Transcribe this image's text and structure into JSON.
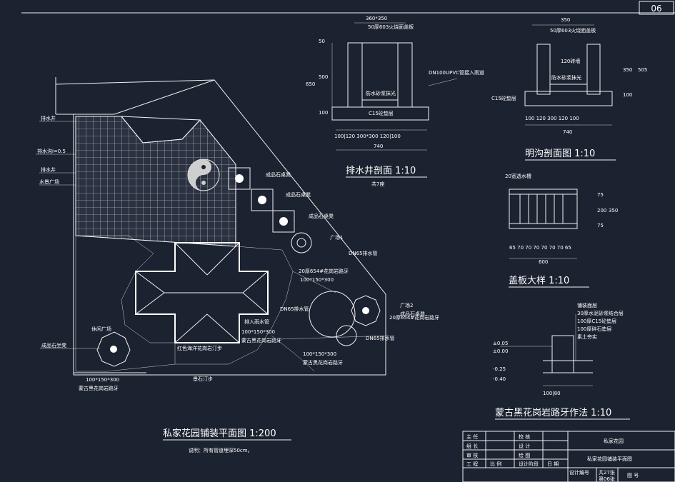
{
  "sheet": {
    "number": "06"
  },
  "plan": {
    "title": "私家花园铺装平面图  1:200",
    "note": "说明：所有管道埋深50cm。",
    "labels": [
      "排水井",
      "排水沟i=0.5",
      "排水井",
      "水景广场",
      "成品石桌凳",
      "广场1",
      "DN65排水管",
      "20厚654#花岗岩路牙",
      "100*150*300",
      "广场2",
      "DN65排水管",
      "排入雨水管",
      "100*150*300",
      "蒙古黑花岗岩路牙",
      "红色海洋花岗岩汀步",
      "休闲广场",
      "成品石坐凳",
      "景石汀步"
    ]
  },
  "drain_well": {
    "title": "排水井剖面  1:10",
    "count": "共7座",
    "top_dim": "360*350",
    "cover": "50厚603火烧面盖板",
    "pipe": "DN100UPVC管接入雨道",
    "mortar": "防水砂浆抹光",
    "base": "C15砼垫层",
    "bottom_dims": "100|120 300*300 120|100",
    "total": "740",
    "side_dims": [
      "50",
      "500",
      "650",
      "100"
    ]
  },
  "open_ditch": {
    "title": "明沟剖面图  1:10",
    "top_dim": "350",
    "cover": "50厚603火烧面盖板",
    "brick": "120砖墙",
    "mortar": "防水砂浆抹光",
    "base": "C15砼垫层",
    "bottom_dims": "100 120   300   120 100",
    "total": "740",
    "side_dims": [
      "350",
      "505",
      "100"
    ]
  },
  "cover_detail": {
    "title": "盖板大样  1:10",
    "bars": "20宽透水槽",
    "bottom_dims": "65 70 70 70 70 70 70 65",
    "total": "600",
    "side_dims": [
      "75",
      "200",
      "75",
      "350"
    ]
  },
  "curb": {
    "title": "蒙古黑花岗岩路牙作法  1:10",
    "layers": [
      "铺装面层",
      "30厚水泥砂浆结合层",
      "100厚C15砼垫层",
      "100厚碎石垫层",
      "素土夯实"
    ],
    "elevations": [
      "±0.05",
      "±0.00",
      "-0.25",
      "-0.40"
    ],
    "bottom_dim": "100|80"
  },
  "title_block": {
    "rows": [
      [
        "主  任",
        "校  核"
      ],
      [
        "组  长",
        "设  计"
      ],
      [
        "审  核",
        "绘  图"
      ],
      [
        "工  程",
        "比  例",
        "设计阶段",
        "日  期"
      ]
    ],
    "project": "私家花园",
    "drawing_name": "私家花园铺装平面图",
    "design_no": "设计编号",
    "total_sheets": "共27张",
    "sheet_index": "第06张",
    "drawing_no": "图  号"
  }
}
